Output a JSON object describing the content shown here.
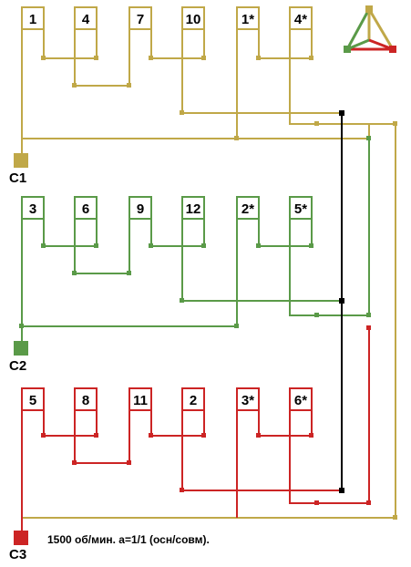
{
  "colors": {
    "phase1": "#c0a848",
    "phase2": "#5a9a48",
    "phase3": "#cc2424",
    "bridge": "#000000"
  },
  "groups": [
    {
      "name": "C1",
      "label": "C1",
      "coils": [
        "1",
        "4",
        "7",
        "10",
        "1*",
        "4*"
      ]
    },
    {
      "name": "C2",
      "label": "C2",
      "coils": [
        "3",
        "6",
        "9",
        "12",
        "2*",
        "5*"
      ]
    },
    {
      "name": "C3",
      "label": "C3",
      "coils": [
        "5",
        "8",
        "11",
        "2",
        "3*",
        "6*"
      ]
    }
  ],
  "caption": "1500 об/мин. a=1/1 (осн/совм).",
  "icons": {
    "corner": "triangle-delta-icon"
  }
}
